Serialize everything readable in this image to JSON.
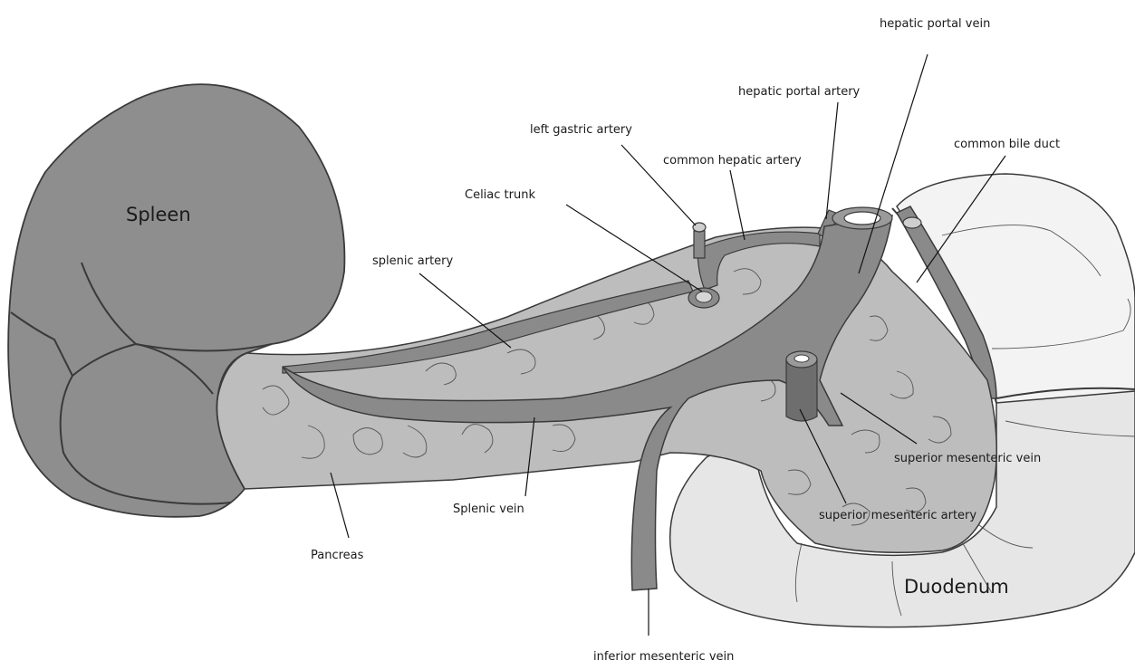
{
  "labels": {
    "hepatic_portal_vein": "hepatic portal vein",
    "hepatic_portal_artery": "hepatic portal artery",
    "left_gastric_artery": "left gastric artery",
    "common_hepatic_artery": "common hepatic artery",
    "common_bile_duct": "common bile duct",
    "celiac_trunk": "Celiac trunk",
    "spleen": "Spleen",
    "splenic_artery": "splenic artery",
    "superior_mesenteric_vein": "superior mesenteric vein",
    "splenic_vein": "Splenic vein",
    "superior_mesenteric_artery": "superior mesenteric artery",
    "pancreas": "Pancreas",
    "duodenum": "Duodenum",
    "inferior_mesenteric_vein": "inferior mesenteric vein"
  },
  "colors": {
    "spleen_fill": "#8e8e8e",
    "pancreas_fill": "#bdbdbd",
    "vessel_fill": "#8a8a8a",
    "duodenum_fill": "#e6e6e6",
    "duodenum_upper_fill": "#f2f2f2",
    "outline": "#3a3a3a"
  }
}
